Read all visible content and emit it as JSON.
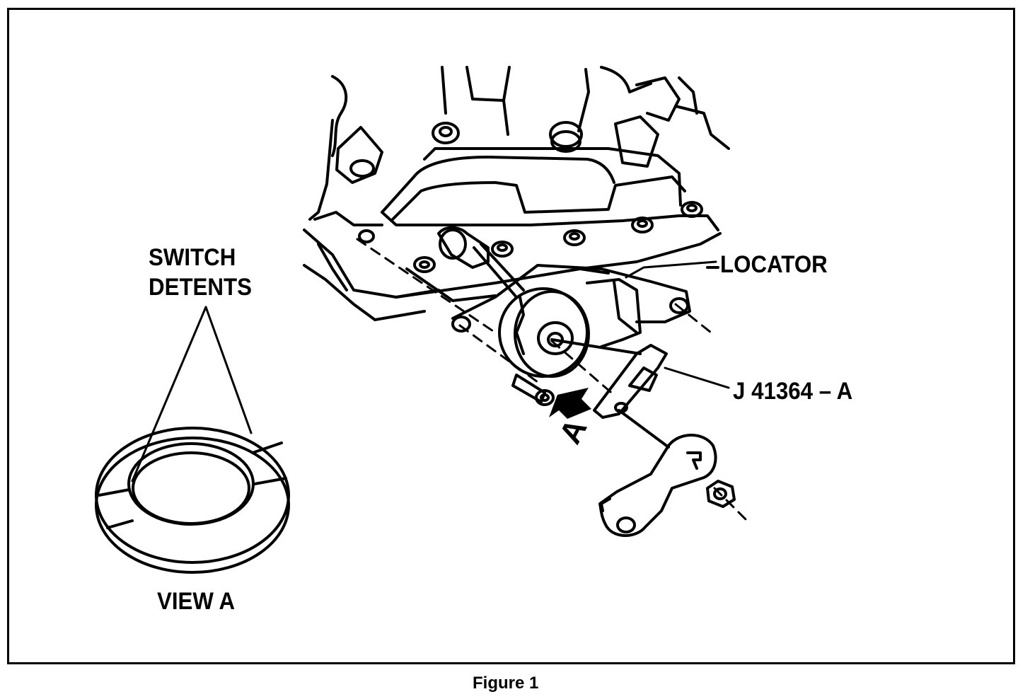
{
  "labels": {
    "switch": "SWITCH",
    "detents": "DETENTS",
    "view": "VIEW A",
    "locator": "LOCATOR",
    "tool": "J 41364 – A",
    "arrow_letter": "A"
  },
  "caption": "Figure 1"
}
